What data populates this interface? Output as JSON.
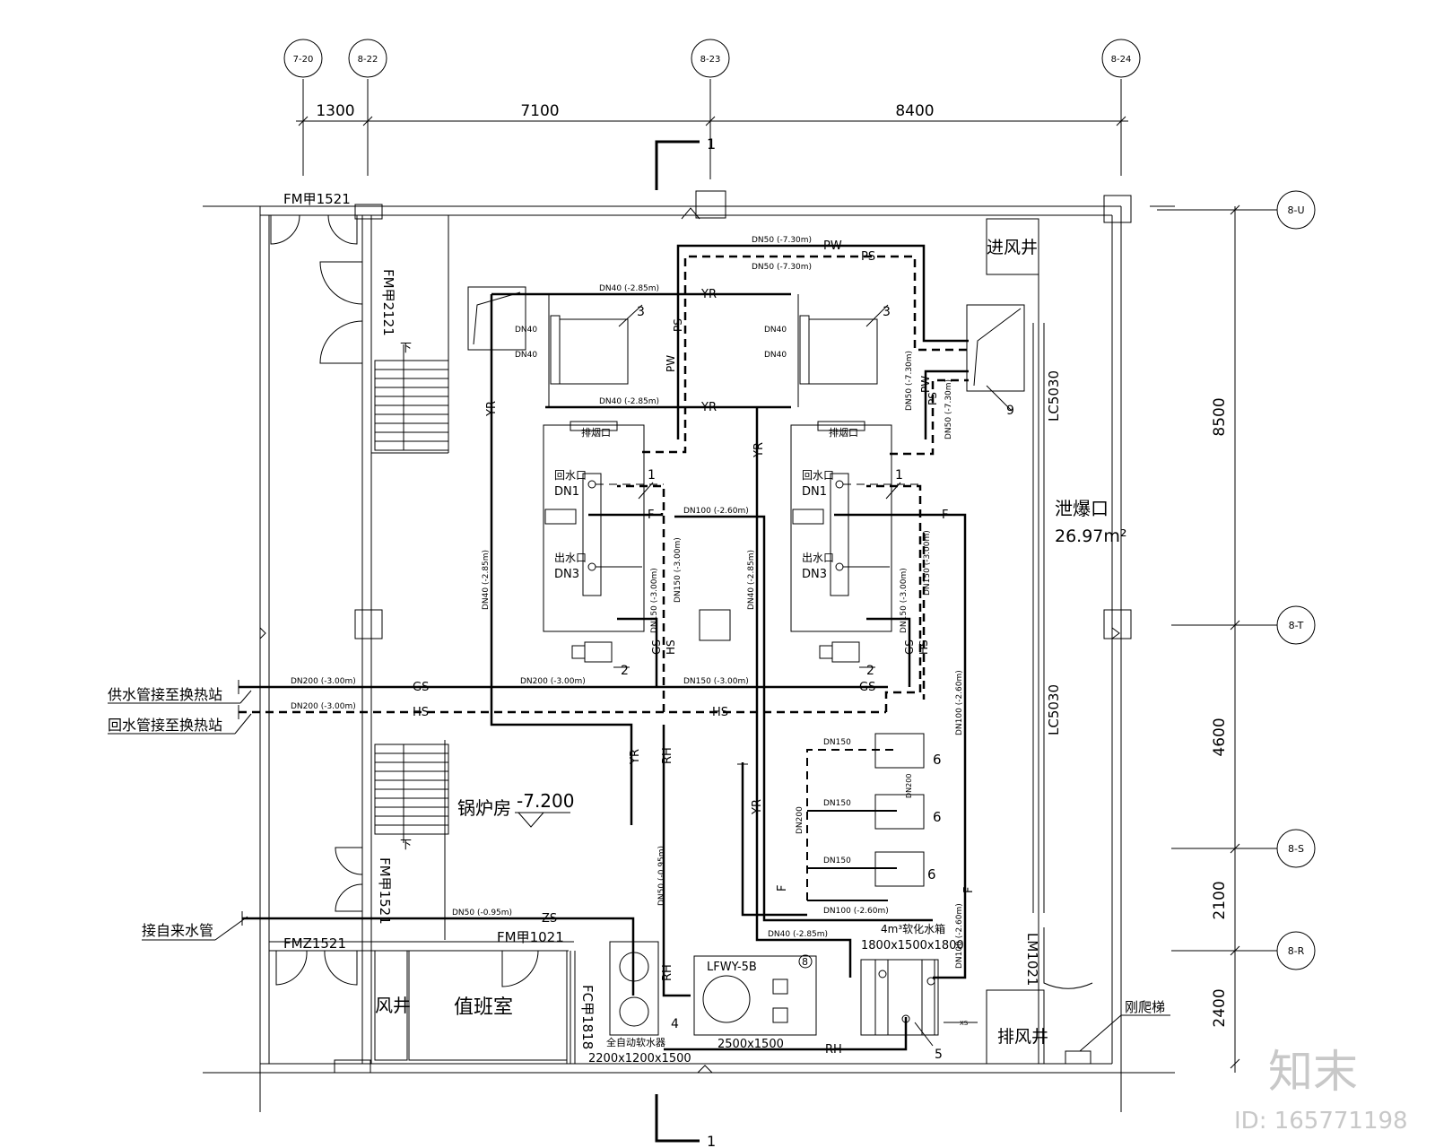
{
  "axes": {
    "col": [
      "7-20",
      "8-22",
      "8-23",
      "8-24"
    ],
    "row": [
      "8-U",
      "8-T",
      "8-S",
      "8-R"
    ]
  },
  "dims": {
    "top": [
      "1300",
      "7100",
      "8400"
    ],
    "right": [
      "8500",
      "4600",
      "2100",
      "2400"
    ]
  },
  "section_mark": "1",
  "doors": {
    "fm1521_top": "FM甲1521",
    "fm2121": "FM甲2121",
    "fm1521_stair": "FM甲1521",
    "fmz1521": "FMZ1521",
    "fm1021": "FM甲1021",
    "fc1818": "FC甲1818",
    "lm1021": "LM1021",
    "lc5030_a": "LC5030",
    "lc5030_b": "LC5030"
  },
  "rooms": {
    "intake_shaft": "进风井",
    "exhaust_shaft": "排风井",
    "vent_shaft": "风井",
    "duty_room": "值班室",
    "boiler_room": "锅炉房",
    "boiler_elev": "-7.200",
    "relief_label": "泄爆口",
    "relief_area": "26.97m²",
    "ladder": "刚爬梯",
    "stair_down": "下"
  },
  "external": {
    "supply": "供水管接至换热站",
    "return": "回水管接至换热站",
    "tap": "接自来水管"
  },
  "pipes": {
    "PW": "PW",
    "PS": "PS",
    "YR": "YR",
    "GS": "GS",
    "HS": "HS",
    "ZS": "ZS",
    "RH": "RH",
    "F": "F",
    "XS": "XS",
    "dn50_730": "DN50 (-7.30m)",
    "dn40_285": "DN40 (-2.85m)",
    "dn40": "DN40",
    "dn100_260": "DN100 (-2.60m)",
    "dn150_300": "DN150 (-3.00m)",
    "dn200_300": "DN200 (-3.00m)",
    "dn50_095": "DN50 (-0.95m)",
    "dn150": "DN150",
    "dn200": "DN200",
    "dn100_26": "DN100 (-2.60m)"
  },
  "boiler": {
    "flue": "排烟口",
    "return_port": "回水口",
    "dn1": "DN1",
    "outlet_port": "出水口",
    "dn3": "DN3"
  },
  "equipment": {
    "tank_title": "4m³软化水箱",
    "tank_size": "1800x1500x1800",
    "lfwy": "LFWY-5B",
    "lfwy_size": "2500x1500",
    "softener": "全自动软水器",
    "softener_size": "2200x1200x1500",
    "tags": [
      "1",
      "2",
      "3",
      "4",
      "5",
      "6",
      "8",
      "9"
    ]
  },
  "watermark": {
    "logo": "知末",
    "id": "ID: 165771198"
  }
}
